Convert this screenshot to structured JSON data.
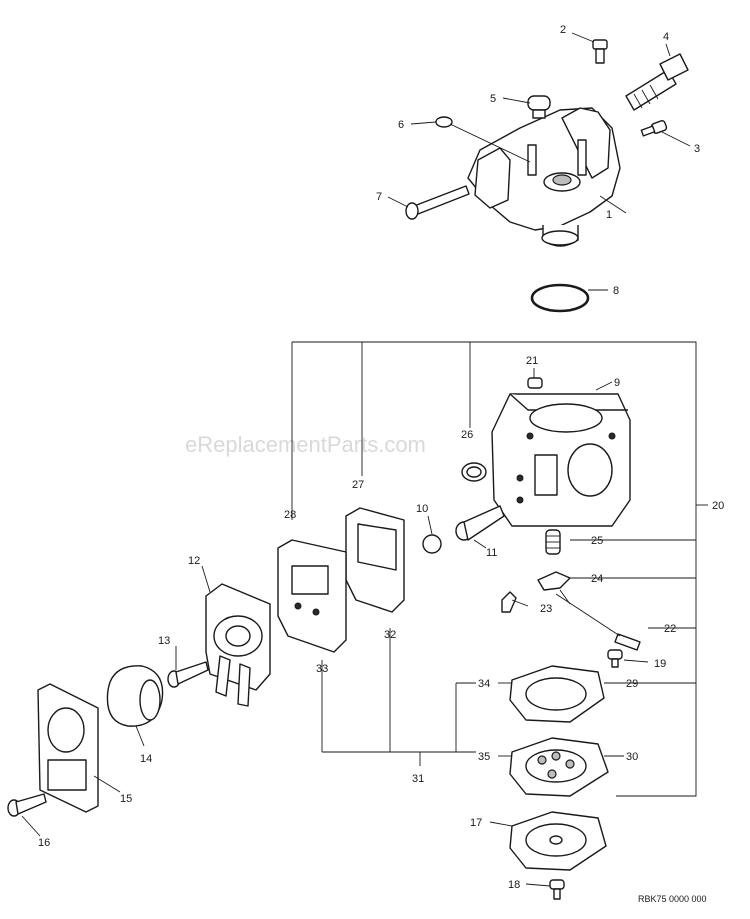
{
  "watermark": "eReplacementParts.com",
  "diagram_code": "RBK75 0000 000",
  "callouts": [
    "1",
    "2",
    "3",
    "4",
    "5",
    "6",
    "7",
    "8",
    "9",
    "10",
    "11",
    "12",
    "13",
    "14",
    "15",
    "16",
    "17",
    "18",
    "19",
    "20",
    "21",
    "22",
    "23",
    "24",
    "25",
    "26",
    "27",
    "28",
    "29",
    "30",
    "31",
    "32",
    "33",
    "34",
    "35"
  ]
}
